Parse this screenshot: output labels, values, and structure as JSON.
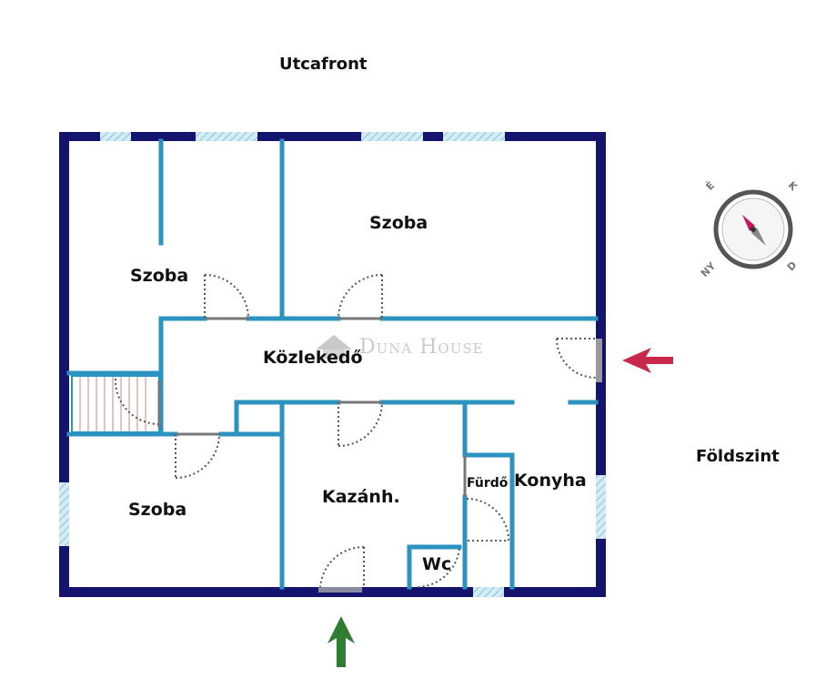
{
  "labels": {
    "street": "Utcafront",
    "floor": "Földszint",
    "room_top_left": "Szoba",
    "room_top_right": "Szoba",
    "room_bottom_left": "Szoba",
    "corridor": "Közlekedő",
    "boiler": "Kazánh.",
    "bathroom": "Fürdő",
    "kitchen": "Konyha",
    "wc": "Wc"
  },
  "watermark": "Duna House",
  "compass": {
    "n": "É",
    "e": "K",
    "s": "D",
    "w": "NY"
  },
  "colors": {
    "outer_wall": "#14146e",
    "inner_wall": "#2c93c0",
    "window": "#a8d8ea",
    "door_arc": "#555555",
    "entry_arrow": "#c8284a",
    "side_arrow": "#2e7d32",
    "compass_ring": "#555555",
    "compass_needle": "#c2185b"
  }
}
